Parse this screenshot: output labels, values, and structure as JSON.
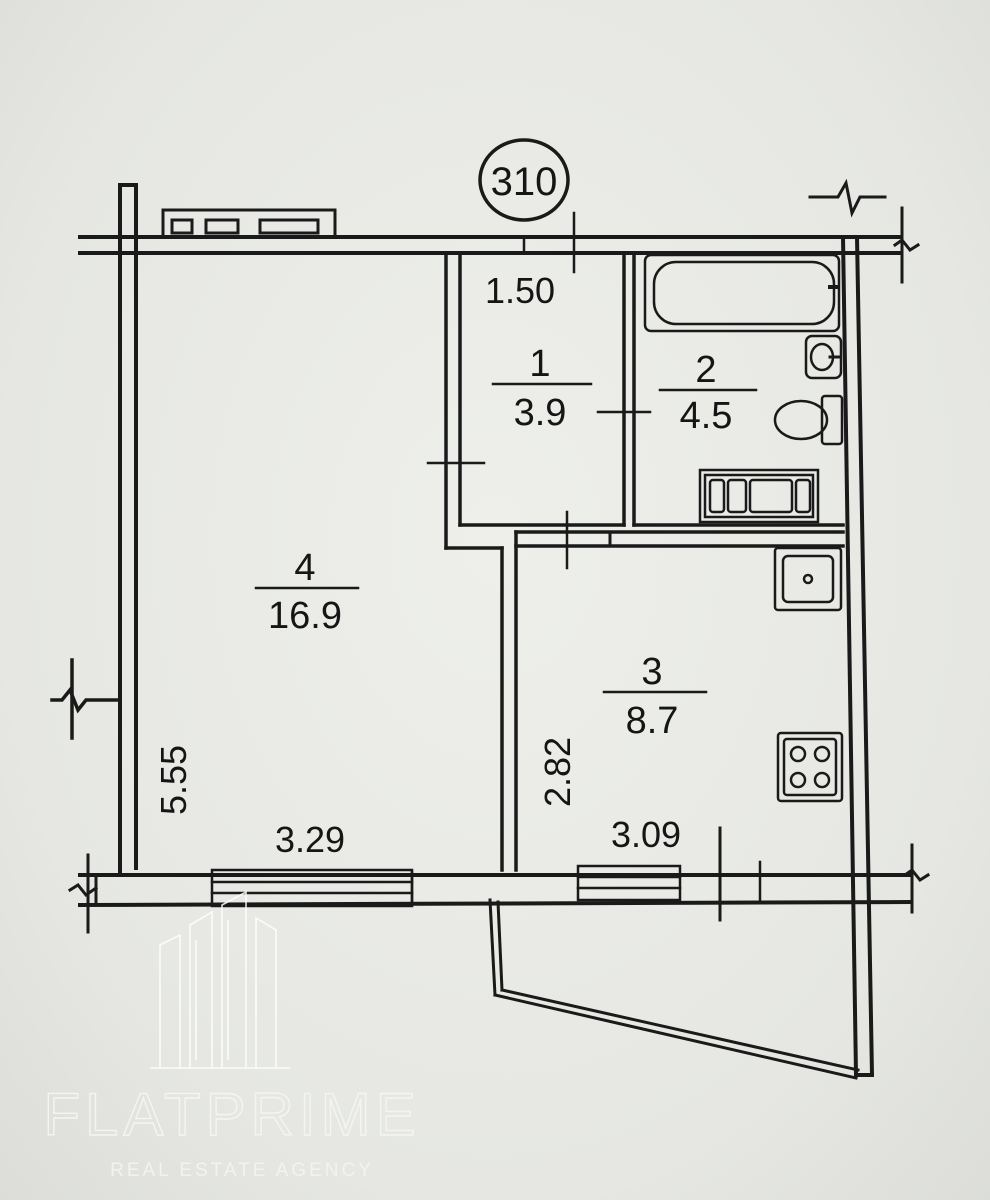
{
  "plan": {
    "unit_number": "310",
    "rooms": [
      {
        "number": "1",
        "area": "3.9"
      },
      {
        "number": "2",
        "area": "4.5"
      },
      {
        "number": "3",
        "area": "8.7"
      },
      {
        "number": "4",
        "area": "16.9"
      }
    ],
    "dimensions": {
      "corridor_width": "1.50",
      "room4_length": "5.55",
      "room4_width": "3.29",
      "kitchen_length": "2.82",
      "kitchen_width": "3.09"
    }
  },
  "watermark": {
    "brand": "FLATPRIME",
    "tagline": "REAL ESTATE AGENCY"
  }
}
